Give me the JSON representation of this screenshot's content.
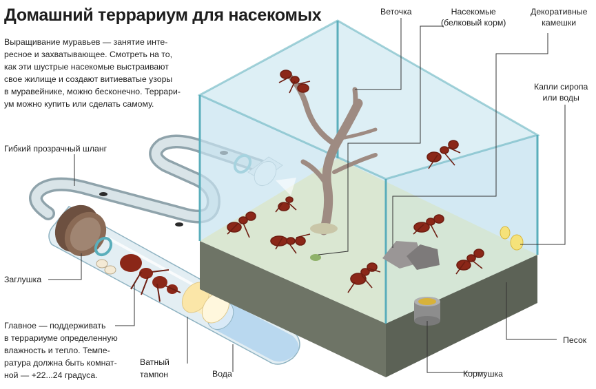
{
  "title": "Домашний террариум для насекомых",
  "intro": [
    "Выращивание муравьев — занятие инте-",
    "ресное и захватывающее. Смотреть на то,",
    "как эти шустрые насекомые выстраивают",
    "свое жилище и создают витиеватые узоры",
    "в муравейнике, можно бесконечно. Террари-",
    "ум можно купить или сделать самому."
  ],
  "labels": {
    "twig": "Веточка",
    "insects": [
      "Насекомые",
      "(белковый корм)"
    ],
    "stones": [
      "Декоративные",
      "камешки"
    ],
    "syrup": [
      "Капли сиропа",
      "или воды"
    ],
    "hose": "Гибкий прозрачный шланг",
    "plug": "Заглушка",
    "cotton": [
      "Ватный",
      "тампон"
    ],
    "water": "Вода",
    "feeder": "Кормушка",
    "sand": "Песок"
  },
  "note": [
    "Главное — поддерживать",
    "в террариуме определенную",
    "влажность и тепло. Темпе-",
    "ратура должна быть комнат-",
    "ной — +22...24 градуса."
  ],
  "colors": {
    "glass": "#bfe0ee",
    "glass_edge": "#5aaebb",
    "sand_top": "#e8ecc4",
    "soil_front": "#6e7466",
    "ant": "#8b2718",
    "branch": "#9e8b82",
    "water_cap": "#b9d8ef",
    "cotton": "#fbeec4",
    "plug": "#8a6a55"
  }
}
